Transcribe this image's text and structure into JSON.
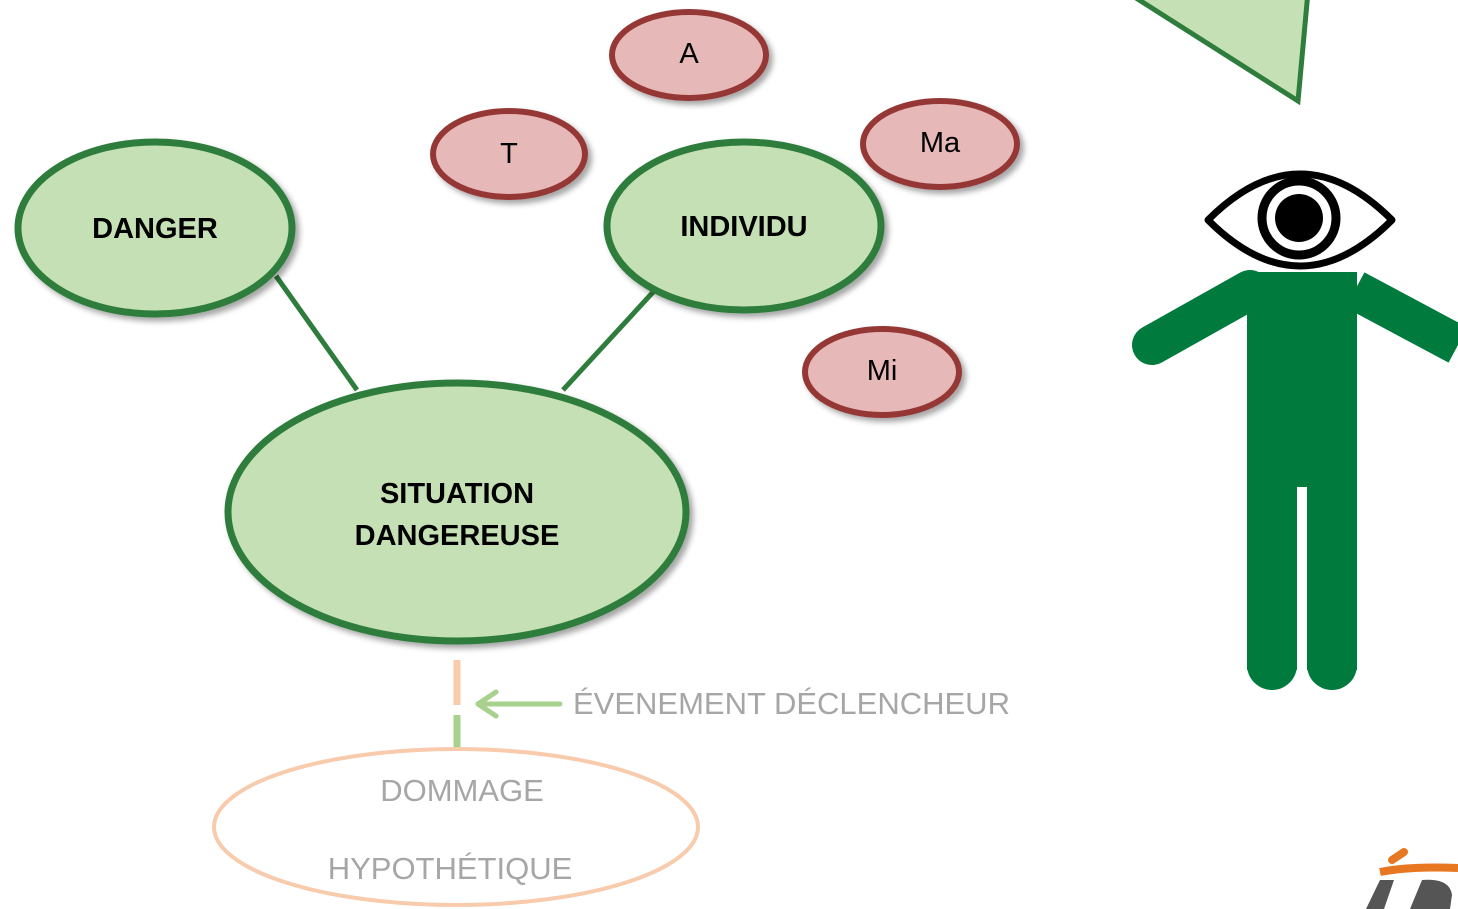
{
  "nodes": {
    "danger": "DANGER",
    "individu": "INDIVIDU",
    "situation": "SITUATION\nDANGEREUSE",
    "dommage_line1": "DOMMAGE",
    "dommage_line2": "HYPOTHÉTIQUE"
  },
  "factors": {
    "a": "A",
    "t": "T",
    "ma": "Ma",
    "mi": "Mi"
  },
  "trigger_label": "ÉVENEMENT DÉCLENCHEUR",
  "colors": {
    "green_fill": "#c5e0b4",
    "green_stroke": "#2e7d3c",
    "figure_green": "#007a3d",
    "red_fill": "#e6b9b8",
    "red_stroke": "#953735",
    "peach": "#f8cbad",
    "light_green": "#a9d18e",
    "faded_text": "#a6a6a6",
    "logo_orange": "#e87722"
  }
}
